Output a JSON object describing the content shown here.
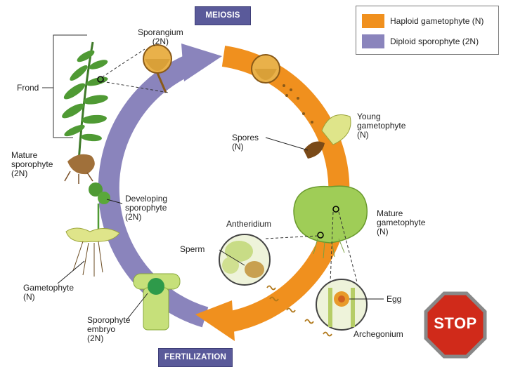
{
  "stages": {
    "meiosis": "MEIOSIS",
    "fertilization": "FERTILIZATION"
  },
  "legend": {
    "haploid": {
      "label": "Haploid gametophyte (N)",
      "color": "#f0901e"
    },
    "diploid": {
      "label": "Diploid sporophyte (2N)",
      "color": "#8a84bc"
    }
  },
  "labels": {
    "sporangium": "Sporangium\n(2N)",
    "frond": "Frond",
    "mature_sporophyte": "Mature\nsporophyte\n(2N)",
    "spores": "Spores\n(N)",
    "young_gametophyte": "Young\ngametophyte\n(N)",
    "developing_sporophyte": "Developing\nsporophyte\n(2N)",
    "antheridium": "Antheridium",
    "mature_gametophyte": "Mature\ngametophyte\n(N)",
    "sperm": "Sperm",
    "gametophyte": "Gametophyte\n(N)",
    "egg": "Egg",
    "sporophyte_embryo": "Sporophyte\nembryo\n(2N)",
    "archegonium": "Archegonium"
  },
  "stop_sign": "STOP"
}
